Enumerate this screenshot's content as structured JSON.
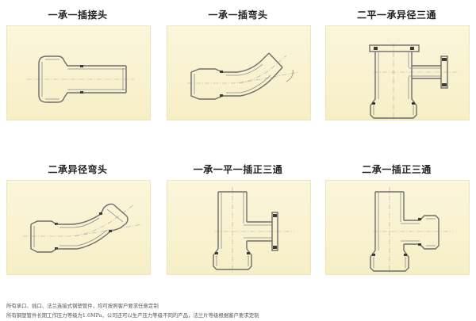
{
  "panels": [
    {
      "title": "一承一插接头",
      "icon": "socket-spigot-coupling-drawing"
    },
    {
      "title": "一承一插弯头",
      "icon": "socket-spigot-bend-drawing"
    },
    {
      "title": "二平一承异径三通",
      "icon": "double-flange-socket-reducing-tee-drawing"
    },
    {
      "title": "二承异径弯头",
      "icon": "double-socket-reducing-bend-drawing"
    },
    {
      "title": "一承一平一插正三通",
      "icon": "socket-flange-spigot-equal-tee-drawing"
    },
    {
      "title": "二承一插正三通",
      "icon": "double-socket-spigot-equal-tee-drawing"
    }
  ],
  "notes": {
    "line1": "所有承口、插口、法兰连接式钢塑管件，均可按照客户要求任意定制",
    "line2": "所有钢塑管件长期工作压力等级为1.6MPa，公司还可以生产压力等级不同的产品，法兰片等级根据客户要求定制"
  },
  "colors": {
    "panel_bg": "#f6efc6",
    "line": "#6d6d6d"
  }
}
